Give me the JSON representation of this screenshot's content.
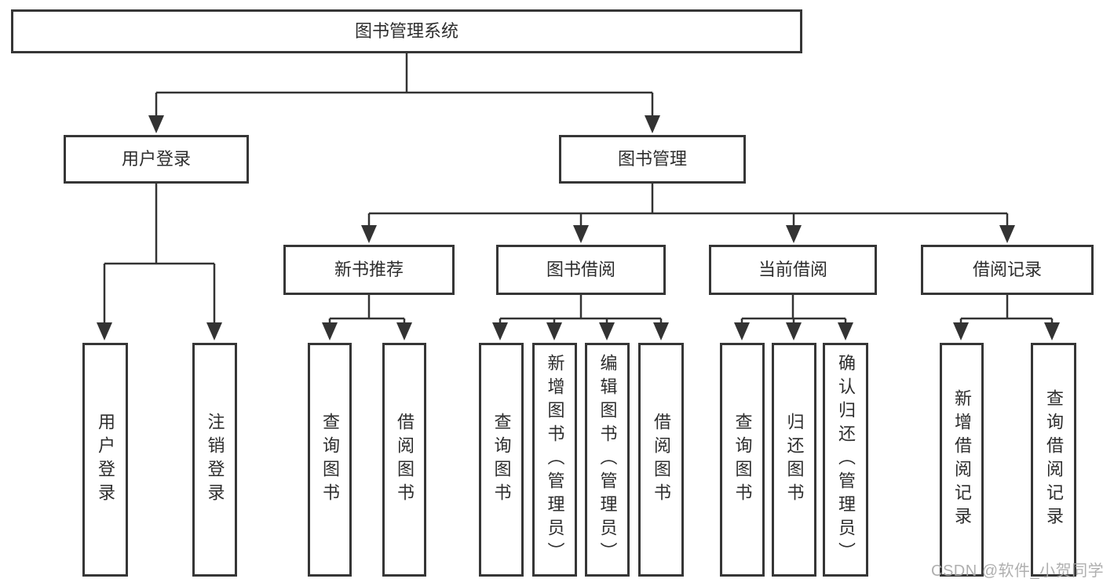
{
  "colors": {
    "line": "#333333",
    "box_border": "#363636",
    "text": "#2d2d2d",
    "background": "#ffffff",
    "watermark": "#a8a8a8"
  },
  "watermark": "CSDN @软件_小贺同学",
  "tree": {
    "label": "图书管理系统",
    "children": [
      {
        "label": "用户登录",
        "children": [
          {
            "label": "用户登录"
          },
          {
            "label": "注销登录"
          }
        ]
      },
      {
        "label": "图书管理",
        "children": [
          {
            "label": "新书推荐",
            "children": [
              {
                "label": "查询图书"
              },
              {
                "label": "借阅图书"
              }
            ]
          },
          {
            "label": "图书借阅",
            "children": [
              {
                "label": "查询图书"
              },
              {
                "label": "新增图书（管理员）"
              },
              {
                "label": "编辑图书（管理员）"
              },
              {
                "label": "借阅图书"
              }
            ]
          },
          {
            "label": "当前借阅",
            "children": [
              {
                "label": "查询图书"
              },
              {
                "label": "归还图书"
              },
              {
                "label": "确认归还（管理员）"
              }
            ]
          },
          {
            "label": "借阅记录",
            "children": [
              {
                "label": "新增借阅记录"
              },
              {
                "label": "查询借阅记录"
              }
            ]
          }
        ]
      }
    ]
  }
}
